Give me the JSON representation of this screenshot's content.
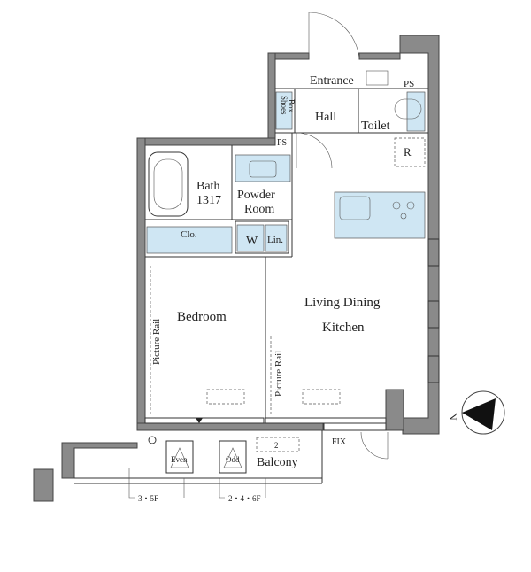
{
  "rooms": {
    "entrance": "Entrance",
    "hall": "Hall",
    "toilet": "Toilet",
    "shoes_box_1": "Shoes",
    "shoes_box_2": "Box",
    "ps_top": "PS",
    "ps_mid": "PS",
    "r": "R",
    "bath": "Bath",
    "bath_size": "1317",
    "powder_1": "Powder",
    "powder_2": "Room",
    "w": "W",
    "lin": "Lin.",
    "clo": "Clo.",
    "bedroom": "Bedroom",
    "ldk_1": "Living Dining",
    "ldk_2": "Kitchen",
    "picture_rail_left": "Picture Rail",
    "picture_rail_right": "Picture Rail",
    "balcony": "Balcony",
    "even": "Even",
    "odd": "Odd",
    "fix": "FIX",
    "floors_even": "3・5F",
    "floors_odd": "2・4・6F",
    "balcony_mark": "2"
  },
  "compass": {
    "label": "N"
  }
}
